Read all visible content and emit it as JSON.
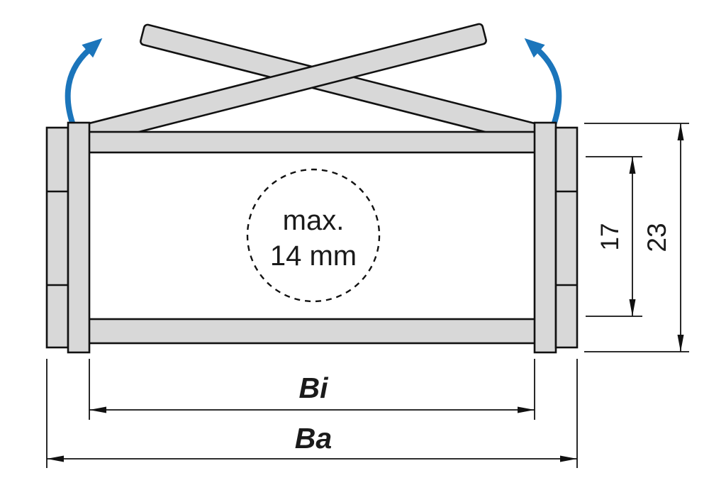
{
  "diagram": {
    "type": "technical-drawing",
    "subject": "cable-chain-cross-section-with-openable-crossbars",
    "center_note": {
      "line1": "max.",
      "line2": "14 mm"
    },
    "dimensions": {
      "inner_height": {
        "label": "17",
        "color": "#3aaa35"
      },
      "outer_height": {
        "label": "23",
        "color": "#1a1a1a"
      },
      "inner_width": {
        "label": "Bi",
        "color": "#e30613"
      },
      "outer_width": {
        "label": "Ba",
        "color": "#1a1a1a"
      }
    },
    "colors": {
      "part_fill": "#d8d8d8",
      "outline": "#111111",
      "open_arrow": "#1b75bb",
      "background": "#ffffff"
    }
  }
}
